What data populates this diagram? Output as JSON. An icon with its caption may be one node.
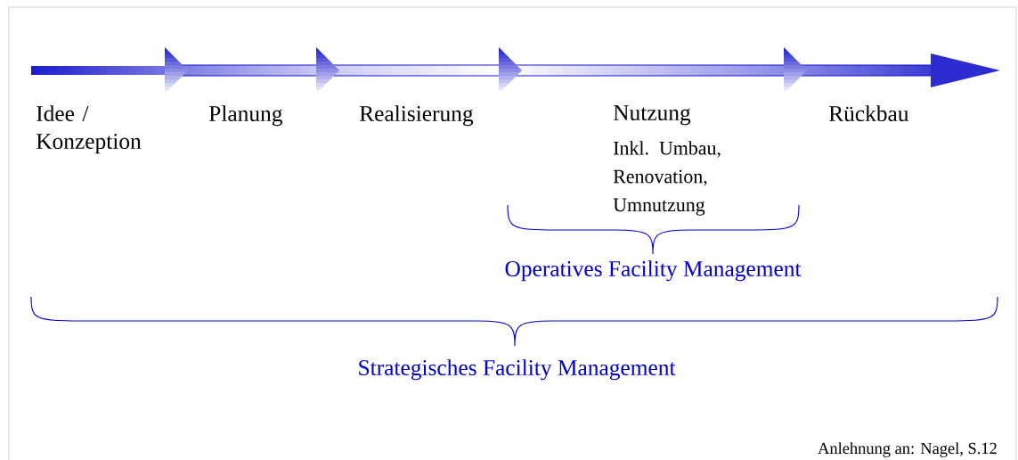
{
  "diagram": {
    "labels": [
      "Idee / Konzeption",
      "Planung",
      "Realisierung",
      "Nutzung",
      "Inkl. Umbau, Renovation, Umnutzung",
      "Rückbau",
      "Operatives Facility Management",
      "Strategisches Facility Management",
      "Anlehnung an: Nagel, S.12"
    ]
  }
}
